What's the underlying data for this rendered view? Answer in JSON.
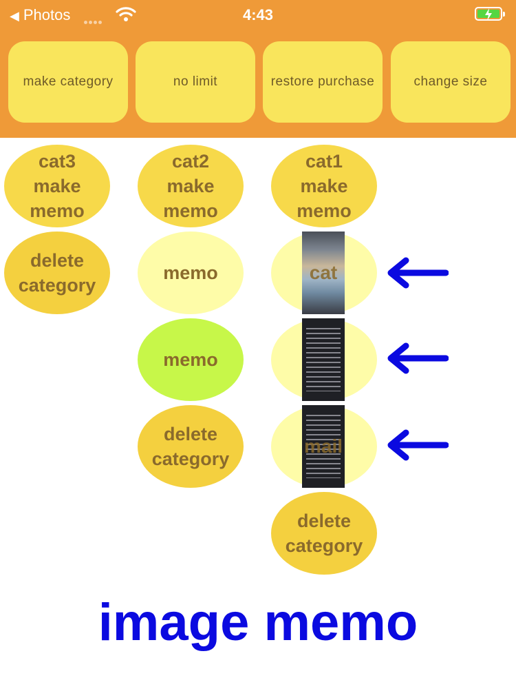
{
  "status_bar": {
    "back_label": "Photos",
    "time": "4:43"
  },
  "toolbar": {
    "buttons": [
      "make category",
      "no limit",
      "restore purchase",
      "change size"
    ]
  },
  "columns": {
    "cat3": {
      "make_memo": "cat3\nmake\nmemo",
      "delete": "delete\ncategory"
    },
    "cat2": {
      "make_memo": "cat2\nmake\nmemo",
      "memos": [
        "memo",
        "memo"
      ],
      "delete": "delete\ncategory"
    },
    "cat1": {
      "make_memo": "cat1\nmake\nmemo",
      "image_memos": [
        {
          "caption": "cat",
          "icon": "photo-thumbnail"
        },
        {
          "caption": "",
          "icon": "screenshot-thumbnail"
        },
        {
          "caption": "mail",
          "icon": "mail-screenshot-thumbnail"
        }
      ],
      "delete": "delete\ncategory"
    }
  },
  "overlay_title": "image memo",
  "colors": {
    "header": "#ef9a38",
    "button": "#f9e55c",
    "accent_blue": "#0b0ae0",
    "memo_lime": "#c7f749",
    "memo_pale": "#fefca8"
  }
}
